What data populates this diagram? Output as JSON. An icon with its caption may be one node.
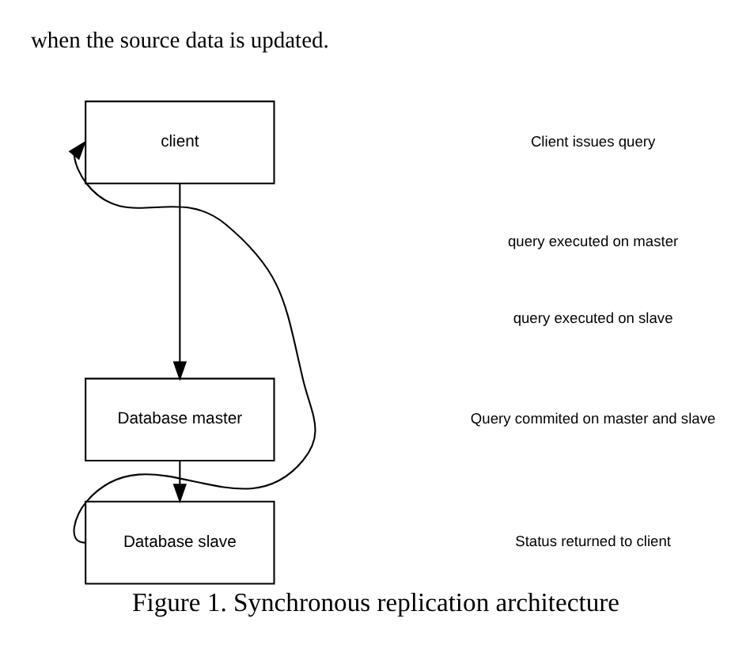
{
  "diagram": {
    "caption": "Figure 1. Synchronous replication architecture",
    "nodes": [
      {
        "text": [
          "client"
        ]
      },
      {
        "text": [
          "Database master"
        ]
      },
      {
        "text": [
          "Database slave"
        ]
      }
    ],
    "edges": [
      {
        "from": 0,
        "to": 1,
        "arrow": "to"
      },
      {
        "from": 1,
        "to": 2,
        "arrow": "to"
      },
      {
        "from": 2,
        "to": 0,
        "arrow": "to"
      }
    ],
    "labels": [
      "when the source data is updated.",
      "Client issues query",
      "query executed on master",
      "query executed on slave",
      "Query commited on master and slave",
      "Status returned to client"
    ]
  }
}
